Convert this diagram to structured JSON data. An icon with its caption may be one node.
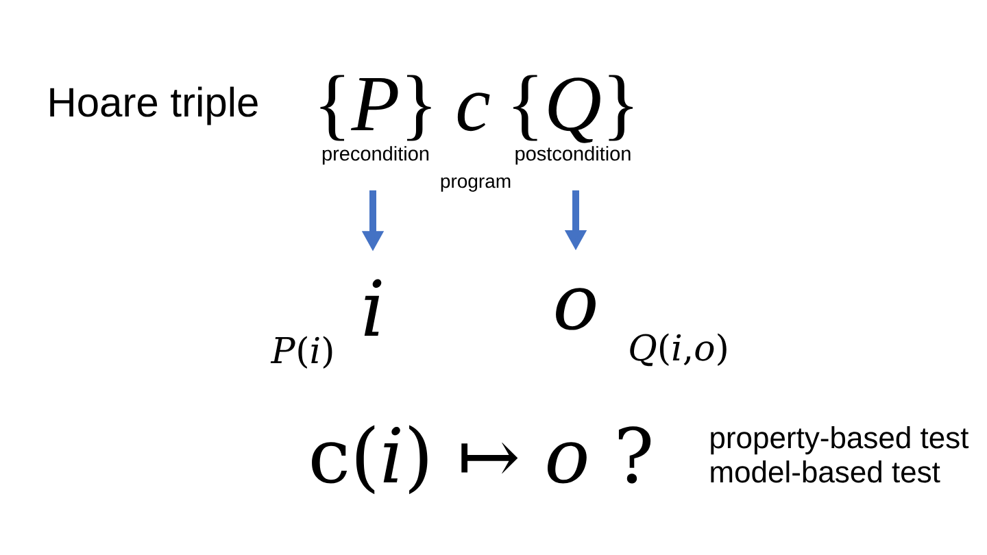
{
  "diagram": {
    "nodes": [
      {
        "text": [
          "{*P*}",
          "precondition"
        ]
      },
      {
        "text": [
          "{*Q*}",
          "postcondition"
        ]
      },
      {
        "text": [
          "i"
        ],
        "beside": [
          "*P*(*i*)"
        ]
      },
      {
        "text": [
          "o"
        ],
        "beside": [
          "*Q*(*i*,*o*)"
        ]
      }
    ],
    "edges": [
      {
        "from": 0,
        "to": 2,
        "arrow": "to"
      },
      {
        "from": 1,
        "to": 3,
        "arrow": "to"
      }
    ],
    "labels": [
      "Hoare triple",
      "c",
      "program",
      "c(*i*) ↦ *o* ?",
      "property-based test",
      "model-based test"
    ]
  }
}
